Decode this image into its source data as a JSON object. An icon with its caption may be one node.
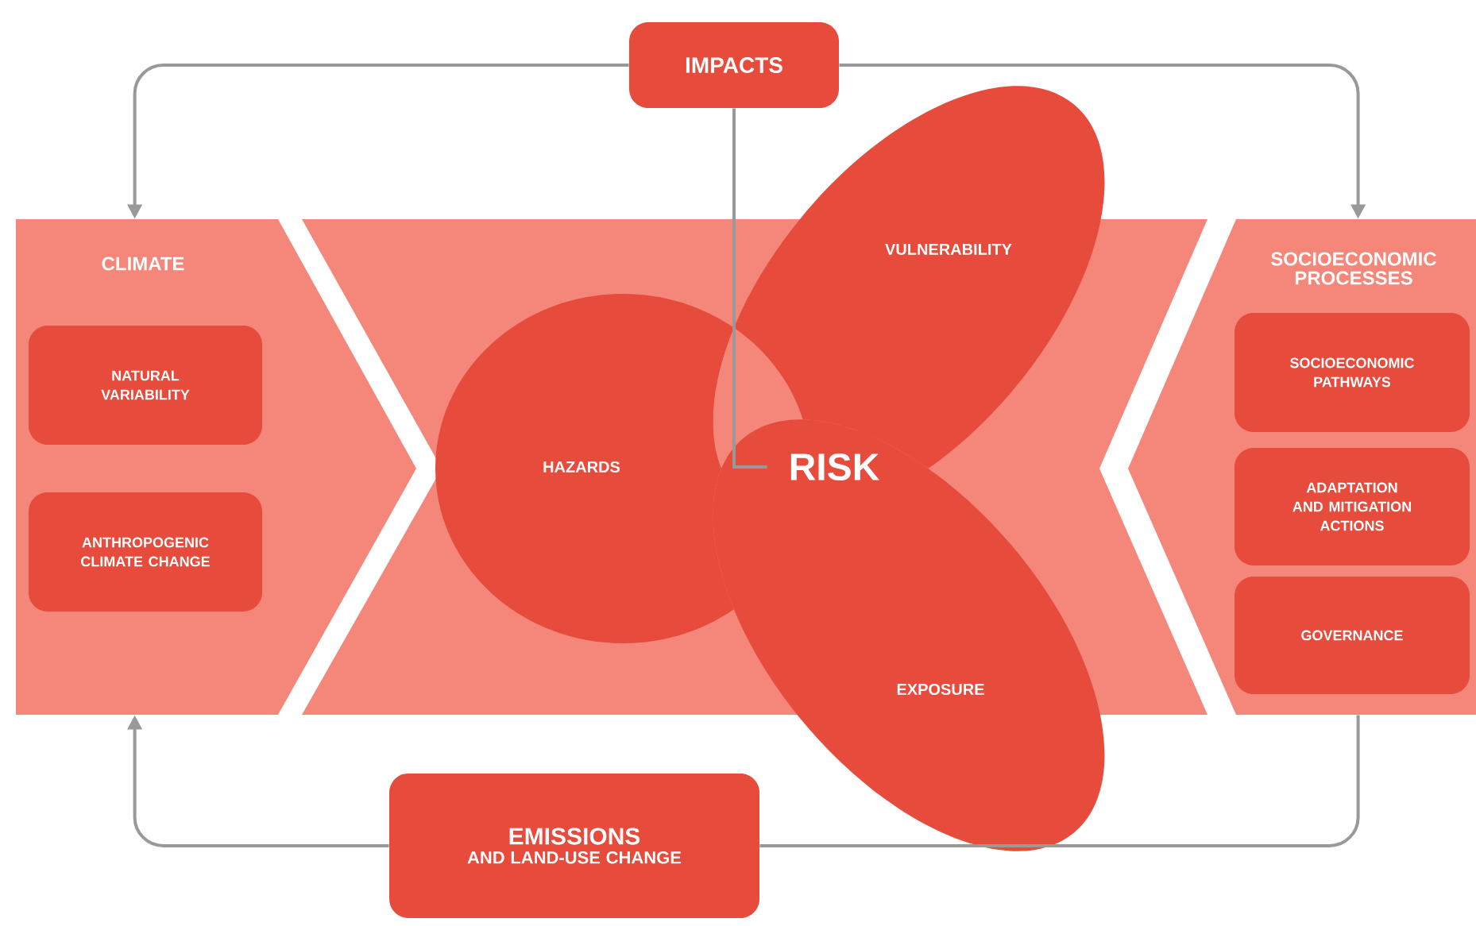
{
  "diagram": {
    "nodes": [
      {
        "text": [
          "IMPACTS"
        ]
      },
      {
        "text": [
          "CLIMATE"
        ]
      },
      {
        "text": [
          "NATURAL VARIABILITY"
        ],
        "in": 1
      },
      {
        "text": [
          "ANTHROPOGENIC CLIMATE CHANGE"
        ],
        "in": 1
      },
      {
        "text": [
          "VULNERABILITY"
        ]
      },
      {
        "text": [
          "HAZARDS"
        ]
      },
      {
        "text": [
          "RISK"
        ]
      },
      {
        "text": [
          "EXPOSURE"
        ]
      },
      {
        "text": [
          "SOCIOECONOMIC PROCESSES"
        ]
      },
      {
        "text": [
          "SOCIOECONOMIC PATHWAYS"
        ],
        "in": 8
      },
      {
        "text": [
          "ADAPTATION AND MITIGATION ACTIONS"
        ],
        "in": 8
      },
      {
        "text": [
          "GOVERNANCE"
        ],
        "in": 8
      },
      {
        "text": [
          "EMISSIONS",
          "AND LAND-USE CHANGE"
        ]
      }
    ],
    "edges": [
      {
        "from": 0,
        "to": 1,
        "arrow": "to"
      },
      {
        "from": 0,
        "to": 8,
        "arrow": "to"
      },
      {
        "from": 0,
        "to": 6,
        "arrow": "none"
      },
      {
        "from": 8,
        "to": 12,
        "arrow": "none"
      },
      {
        "from": 12,
        "to": 1,
        "arrow": "to"
      }
    ]
  }
}
